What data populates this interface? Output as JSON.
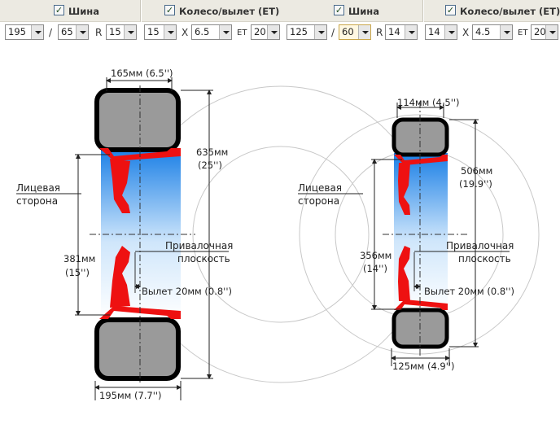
{
  "left": {
    "header": {
      "tire_label": "Шина",
      "wheel_label": "Колесо/вылет (ET)"
    },
    "controls": {
      "width": "195",
      "sep1": "/",
      "profile": "65",
      "r_label": "R",
      "diameter": "15",
      "rim_diameter": "15",
      "x_label": "X",
      "rim_width": "6.5",
      "et_label": "ET",
      "et": "20"
    },
    "diagram": {
      "top_width": "165мм (6.5'')",
      "outer_dia": "635мм",
      "outer_dia_in": "(25'')",
      "face_label_1": "Лицевая",
      "face_label_2": "сторона",
      "rim_dia": "381мм",
      "rim_dia_in": "(15'')",
      "mount_label_1": "Привалочная",
      "mount_label_2": "плоскость",
      "offset": "Вылет 20мм (0.8'')",
      "bottom_width": "195мм (7.7'')"
    }
  },
  "right": {
    "header": {
      "tire_label": "Шина",
      "wheel_label": "Колесо/вылет (ET)"
    },
    "controls": {
      "width": "125",
      "sep1": "/",
      "profile": "60",
      "r_label": "R",
      "diameter": "14",
      "rim_diameter": "14",
      "x_label": "X",
      "rim_width": "4.5",
      "et_label": "ET",
      "et": "20"
    },
    "diagram": {
      "top_width": "114мм (4.5'')",
      "outer_dia": "506мм",
      "outer_dia_in": "(19.9'')",
      "face_label_1": "Лицевая",
      "face_label_2": "сторона",
      "rim_dia": "356мм",
      "rim_dia_in": "(14'')",
      "mount_label_1": "Привалочная",
      "mount_label_2": "плоскость",
      "offset": "Вылет 20мм (0.8'')",
      "bottom_width": "125мм (4.9'')"
    }
  },
  "colors": {
    "tire": "#9a9a9a",
    "rim": "#ee1111",
    "blue": "#2f8fe8",
    "circle": "#c8c8c8"
  }
}
